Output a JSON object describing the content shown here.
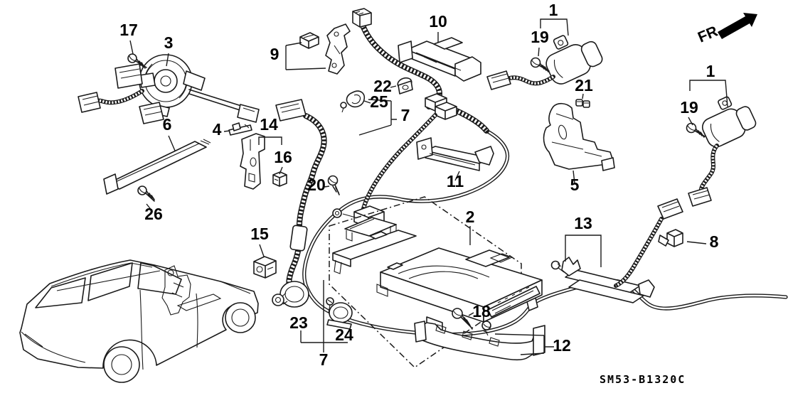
{
  "diagram": {
    "code": "SM53-B1320C",
    "fr_label": "FR.",
    "callouts": [
      {
        "ref": "17"
      },
      {
        "ref": "3"
      },
      {
        "ref": "9"
      },
      {
        "ref": "10"
      },
      {
        "ref": "1"
      },
      {
        "ref": "19"
      },
      {
        "ref": "21"
      },
      {
        "ref": "1"
      },
      {
        "ref": "19"
      },
      {
        "ref": "22"
      },
      {
        "ref": "25"
      },
      {
        "ref": "7"
      },
      {
        "ref": "6"
      },
      {
        "ref": "4"
      },
      {
        "ref": "14"
      },
      {
        "ref": "16"
      },
      {
        "ref": "20"
      },
      {
        "ref": "11"
      },
      {
        "ref": "5"
      },
      {
        "ref": "26"
      },
      {
        "ref": "15"
      },
      {
        "ref": "2"
      },
      {
        "ref": "13"
      },
      {
        "ref": "8"
      },
      {
        "ref": "23"
      },
      {
        "ref": "24"
      },
      {
        "ref": "7"
      },
      {
        "ref": "18"
      },
      {
        "ref": "12"
      }
    ]
  }
}
